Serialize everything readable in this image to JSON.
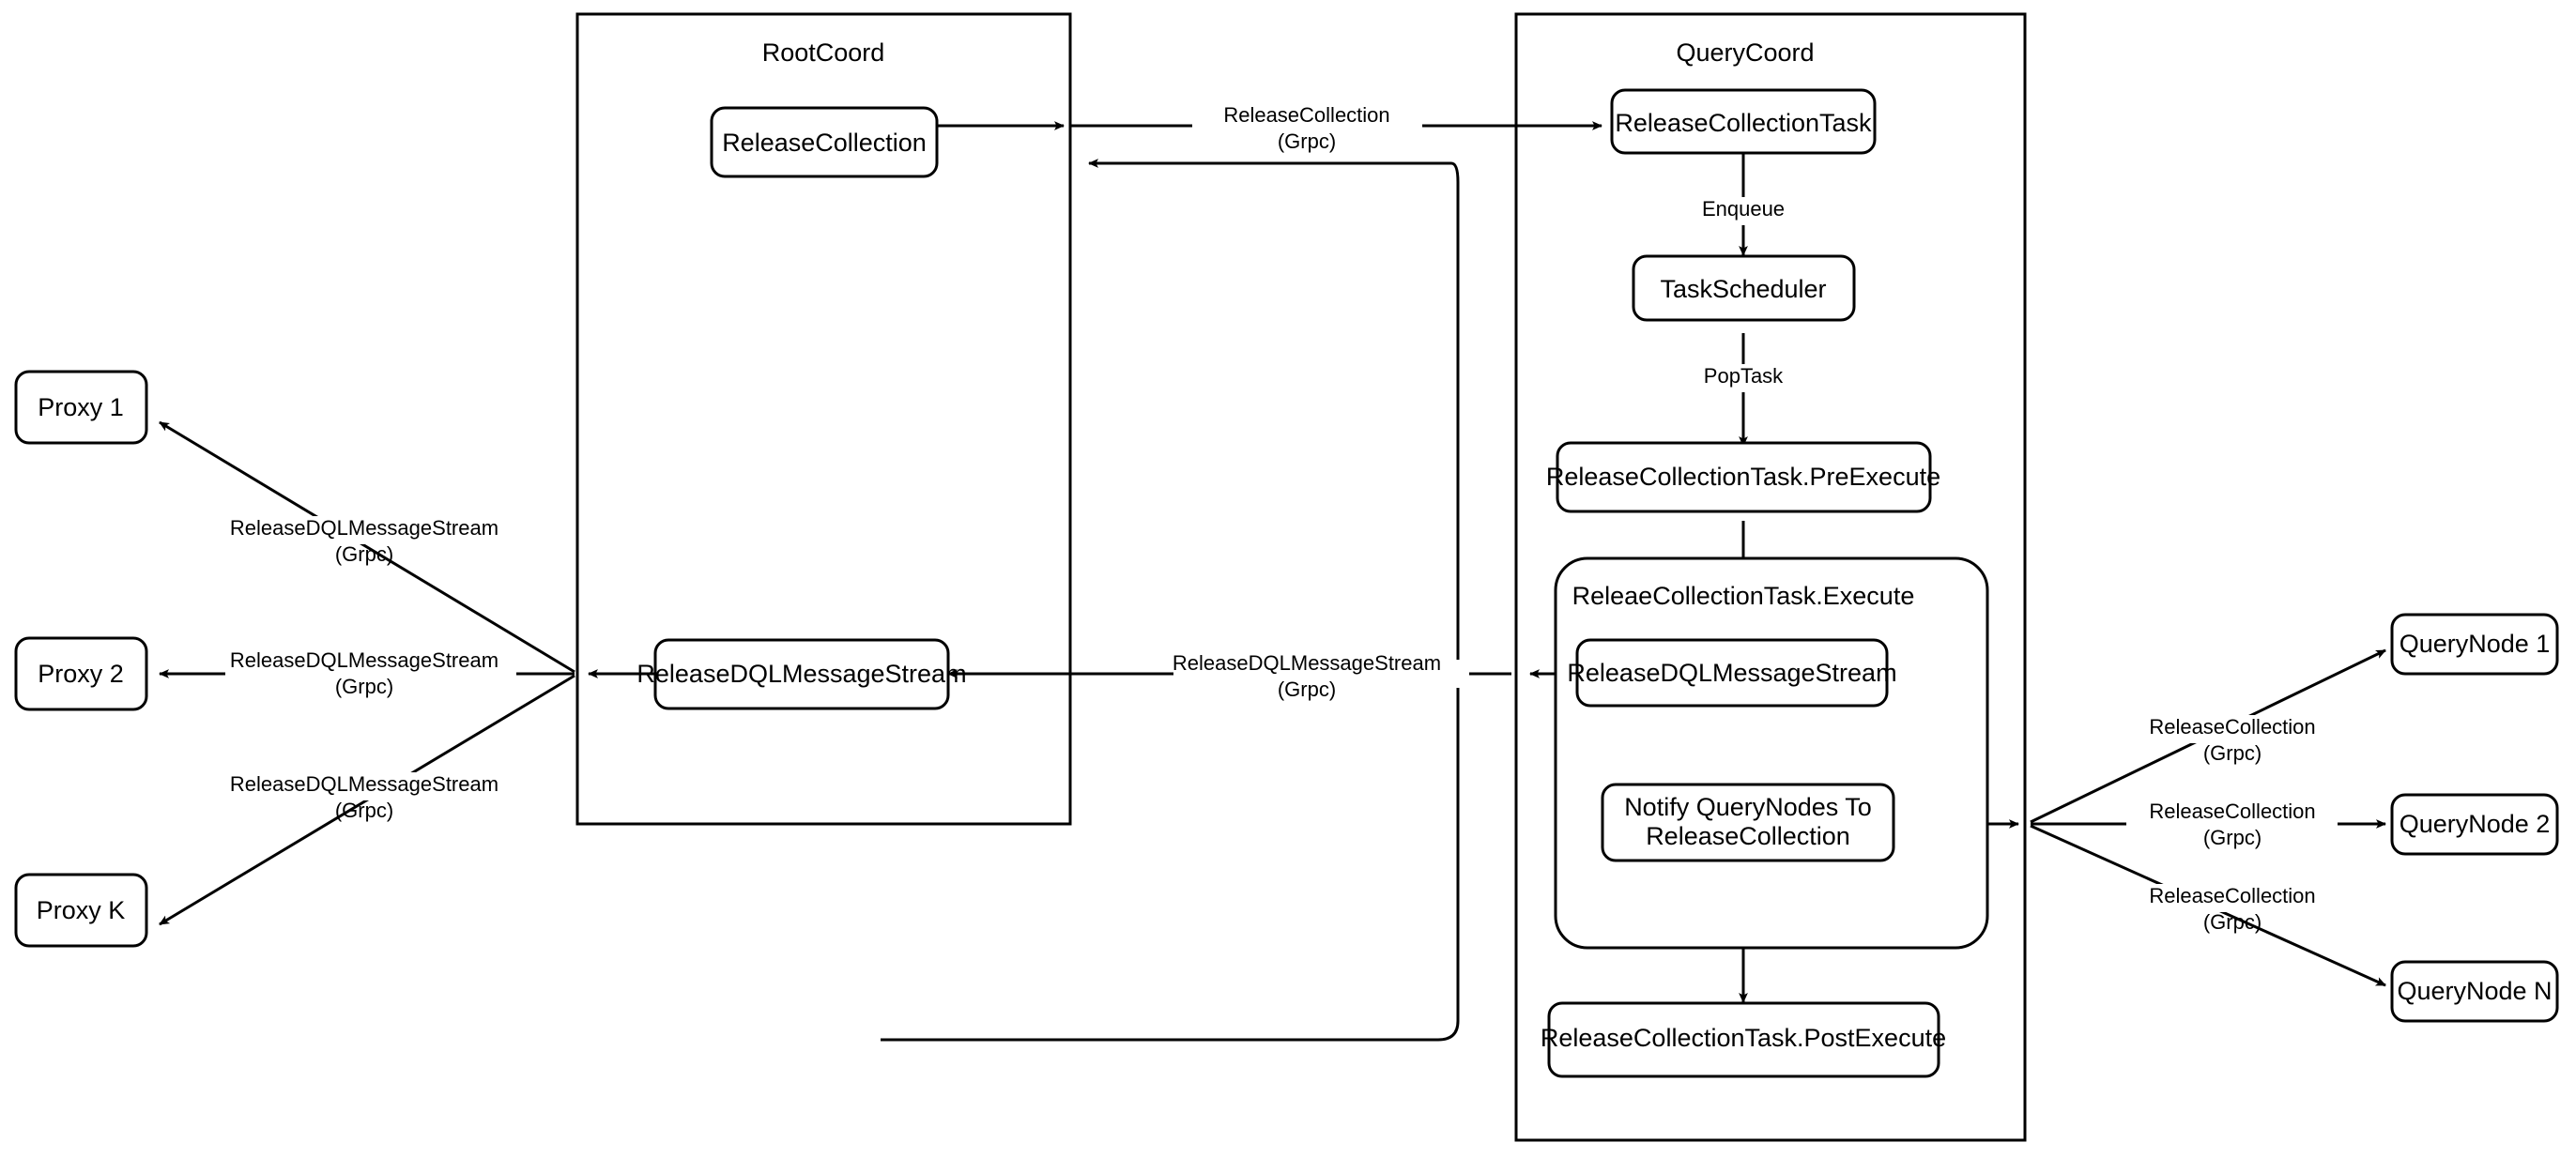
{
  "diagram": {
    "title": "Milvus ReleaseCollection Flow",
    "containers": [
      {
        "id": "rootcoord",
        "label": "RootCoord"
      },
      {
        "id": "querycoord",
        "label": "QueryCoord"
      }
    ],
    "groups": [
      {
        "id": "execute-group",
        "label": "ReleaeCollectionTask.Execute"
      }
    ],
    "nodes": {
      "proxy1": "Proxy 1",
      "proxy2": "Proxy 2",
      "proxyk": "Proxy K",
      "rootcoord_release_collection": "ReleaseCollection",
      "rootcoord_release_dql": "ReleaseDQLMessageStream",
      "release_collection_task": "ReleaseCollectionTask",
      "task_scheduler": "TaskScheduler",
      "pre_execute": "ReleaseCollectionTask.PreExecute",
      "execute_release_dql": "ReleaseDQLMessageStream",
      "notify_querynodes_line1": "Notify QueryNodes To",
      "notify_querynodes_line2": "ReleaseCollection",
      "post_execute": "ReleaseCollectionTask.PostExecute",
      "querynode1": "QueryNode 1",
      "querynode2": "QueryNode 2",
      "querynoden": "QueryNode N"
    },
    "edge_labels": {
      "release_collection_grpc_main": "ReleaseCollection",
      "release_collection_grpc_main_sub": "(Grpc)",
      "release_dql_grpc_mid": "ReleaseDQLMessageStream",
      "release_dql_grpc_mid_sub": "(Grpc)",
      "release_dql_proxy1": "ReleaseDQLMessageStream",
      "release_dql_proxy1_sub": "(Grpc)",
      "release_dql_proxy2": "ReleaseDQLMessageStream",
      "release_dql_proxy2_sub": "(Grpc)",
      "release_dql_proxyk": "ReleaseDQLMessageStream",
      "release_dql_proxyk_sub": "(Grpc)",
      "release_collection_qn1": "ReleaseCollection",
      "release_collection_qn1_sub": "(Grpc)",
      "release_collection_qn2": "ReleaseCollection",
      "release_collection_qn2_sub": "(Grpc)",
      "release_collection_qnn": "ReleaseCollection",
      "release_collection_qnn_sub": "(Grpc)",
      "enqueue": "Enqueue",
      "poptask": "PopTask"
    },
    "colors": {
      "stroke": "#000000",
      "fill": "#ffffff",
      "text": "#000000"
    }
  }
}
